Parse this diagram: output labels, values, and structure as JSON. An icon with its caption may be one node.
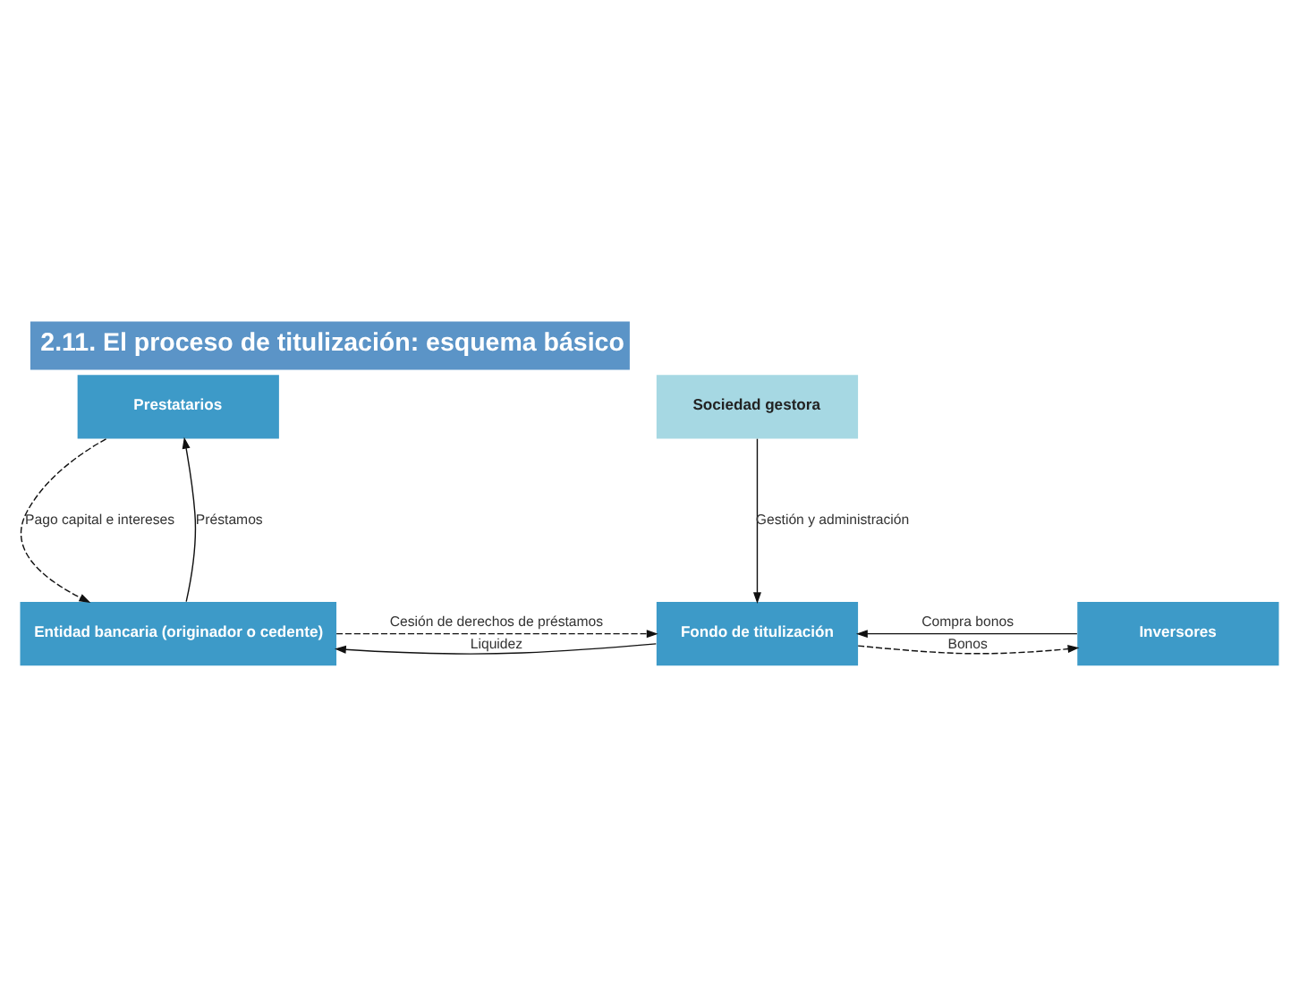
{
  "diagram": {
    "title": "2.11. El proceso de titulización: esquema básico",
    "nodes": [
      {
        "text": [
          "Prestatarios"
        ]
      },
      {
        "text": [
          "Sociedad gestora"
        ]
      },
      {
        "text": [
          "Entidad bancaria (originador o cedente)"
        ]
      },
      {
        "text": [
          "Fondo de titulización"
        ]
      },
      {
        "text": [
          "Inversores"
        ]
      }
    ],
    "edges": [
      {
        "from": 0,
        "to": 2,
        "arrow": "to",
        "style": "dashed",
        "label": "Pago capital e intereses"
      },
      {
        "from": 2,
        "to": 0,
        "arrow": "to",
        "label": "Préstamos"
      },
      {
        "from": 1,
        "to": 3,
        "arrow": "to",
        "label": "Gestión y administración"
      },
      {
        "from": 3,
        "to": 2,
        "arrow": "to",
        "label": "Liquidez"
      },
      {
        "from": 2,
        "to": 3,
        "arrow": "to",
        "style": "dashed",
        "label": "Cesión de derechos de préstamos"
      },
      {
        "from": 4,
        "to": 3,
        "arrow": "to",
        "label": "Compra bonos"
      },
      {
        "from": 3,
        "to": 4,
        "arrow": "to",
        "style": "dashed",
        "label": "Bonos"
      }
    ]
  }
}
